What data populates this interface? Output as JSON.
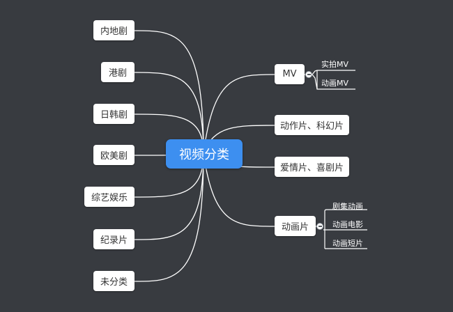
{
  "mindmap": {
    "root": "视频分类",
    "left_branches": [
      "内地剧",
      "港剧",
      "日韩剧",
      "欧美剧",
      "综艺娱乐",
      "纪录片",
      "未分类"
    ],
    "right_branches": [
      {
        "label": "MV",
        "children": [
          "实拍MV",
          "动画MV"
        ]
      },
      {
        "label": "动作片、科幻片",
        "children": []
      },
      {
        "label": "爱情片、喜剧片",
        "children": []
      },
      {
        "label": "动画片",
        "children": [
          "剧集动画",
          "动画电影",
          "动画短片"
        ]
      }
    ]
  },
  "colors": {
    "background": "#383b40",
    "root_fill": "#3d8ff0",
    "node_fill": "#ffffff",
    "line": "#ffffff"
  }
}
